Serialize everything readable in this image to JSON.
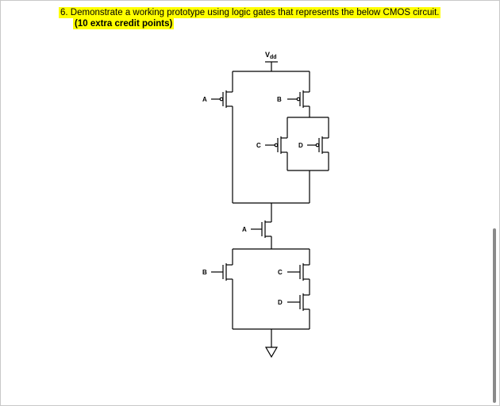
{
  "question": {
    "line1": "6.  Demonstrate a working prototype using logic gates that represents the below CMOS circuit.",
    "line2": "(10 extra credit points)"
  },
  "circuit": {
    "vdd_label": "V",
    "vdd_sub": "dd",
    "gate_labels": {
      "pmos_a": "A",
      "pmos_b": "B",
      "pmos_c": "C",
      "pmos_d": "D",
      "nmos_a": "A",
      "nmos_b": "B",
      "nmos_c": "C",
      "nmos_d": "D"
    }
  }
}
